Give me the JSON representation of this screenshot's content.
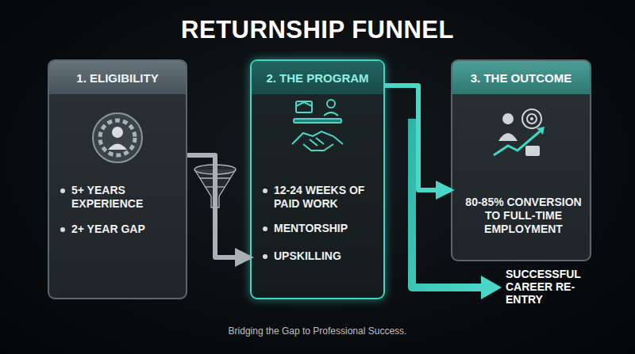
{
  "diagram": {
    "title": "RETURNSHIP FUNNEL",
    "caption": "Bridging the Gap to Professional Success.",
    "nodes": [
      {
        "text": [
          "1. ELIGIBILITY",
          "5+ YEARS EXPERIENCE",
          "2+ YEAR GAP"
        ]
      },
      {
        "text": [
          "2. THE PROGRAM",
          "12-24 WEEKS OF PAID WORK",
          "MENTORSHIP",
          "UPSKILLING"
        ]
      },
      {
        "text": [
          "3. THE OUTCOME",
          "80-85% CONVERSION TO FULL-TIME EMPLOYMENT"
        ]
      }
    ],
    "edges": [
      {
        "from": 0,
        "to": 1,
        "arrow": "to"
      },
      {
        "from": 1,
        "to": 2,
        "arrow": "to"
      }
    ],
    "labels": [
      "SUCCESSFUL CAREER RE-ENTRY"
    ]
  }
}
